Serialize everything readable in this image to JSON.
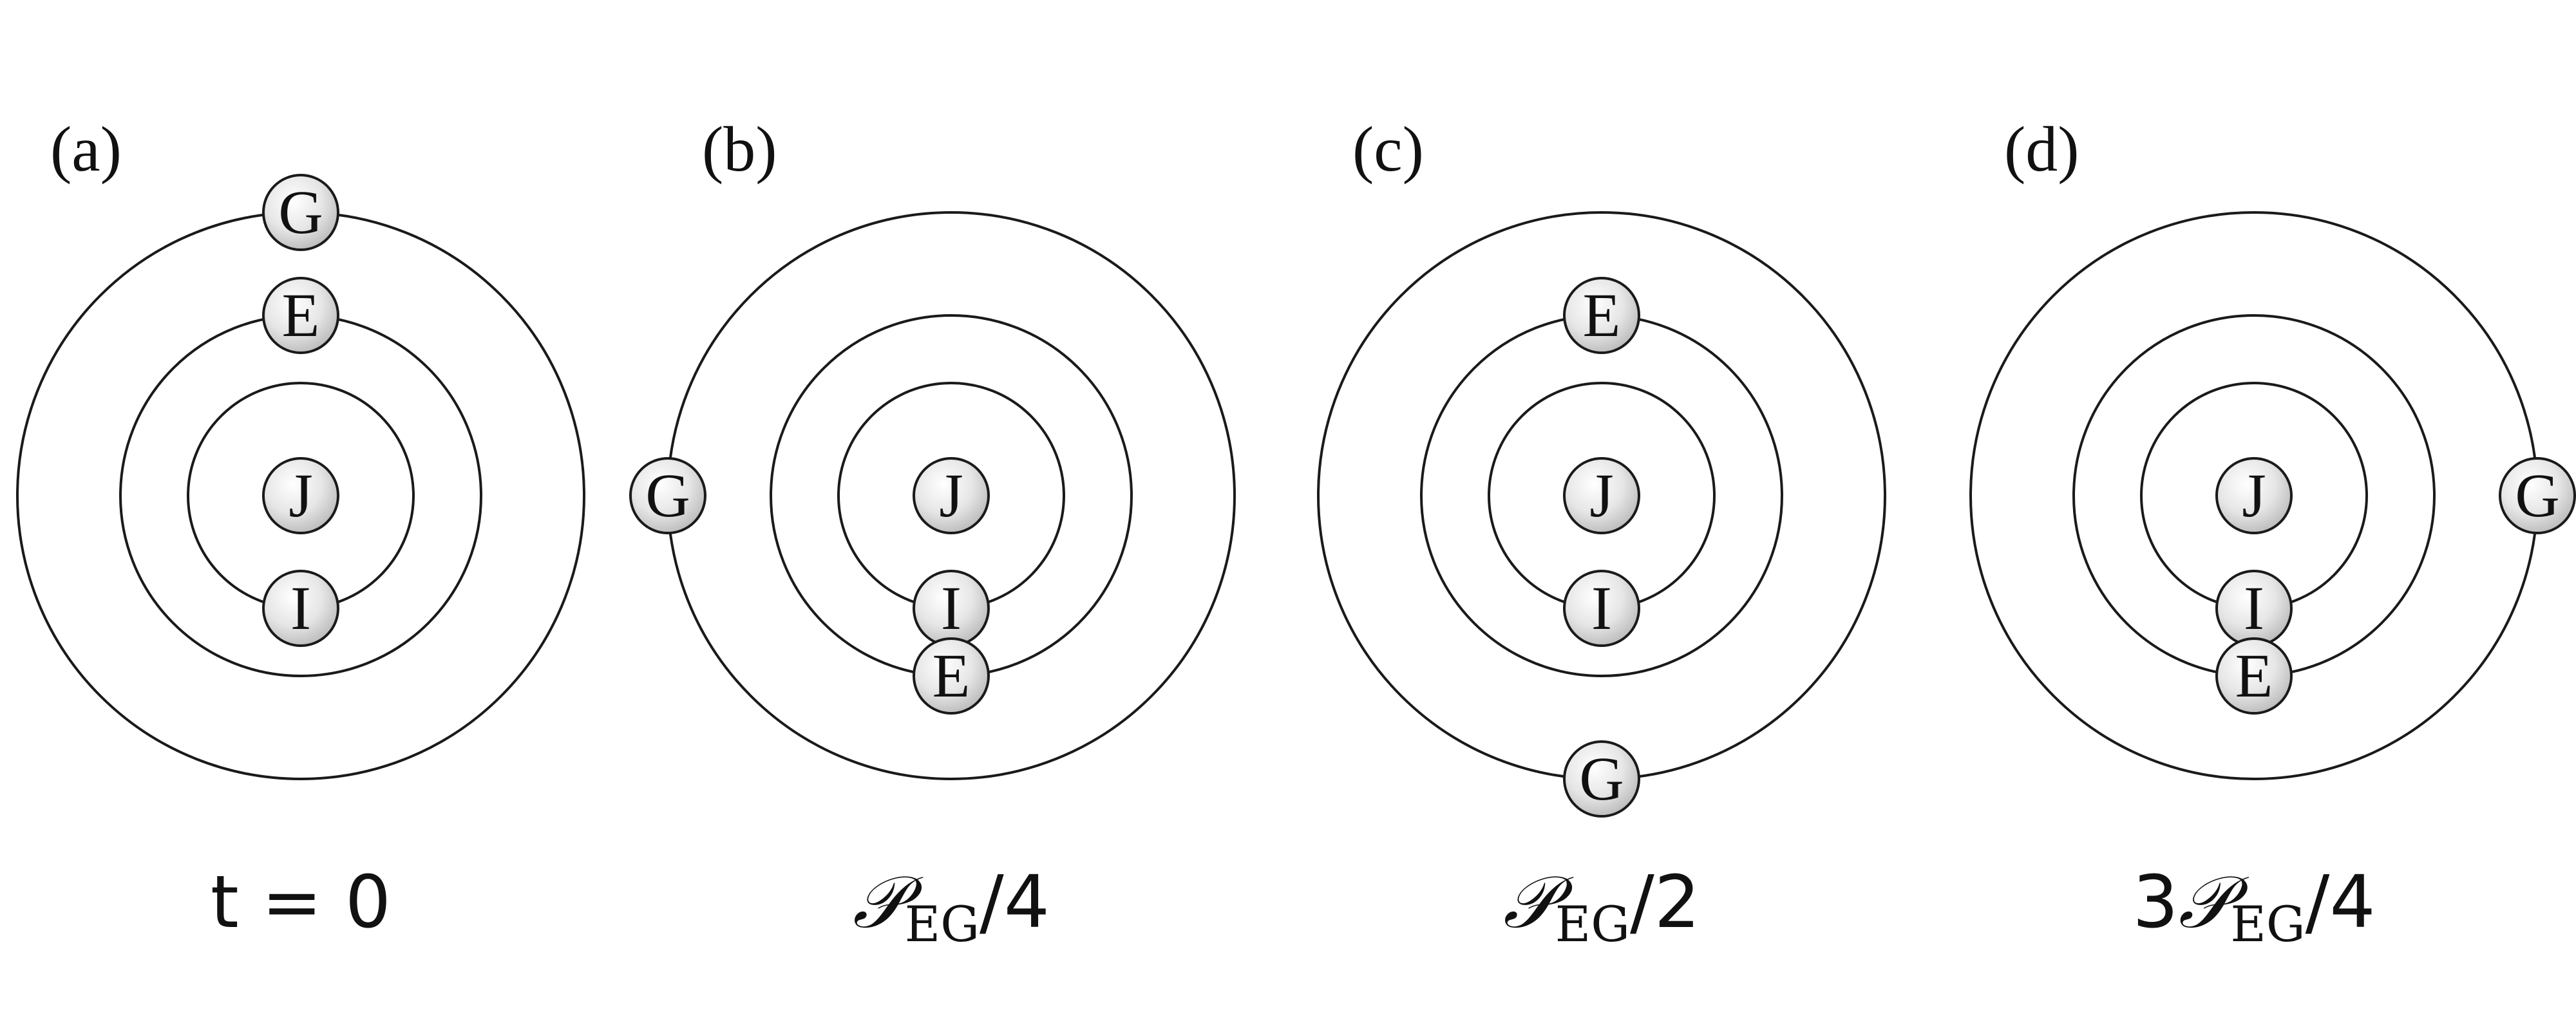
{
  "figure": {
    "panels": [
      {
        "label": "(a)",
        "time": {
          "prefix": "",
          "script": "t = 0",
          "sub": "",
          "suffix": ""
        },
        "central": "J",
        "orbits": [
          {
            "body": "I",
            "angle_deg": 90
          },
          {
            "body": "E",
            "angle_deg": -90
          },
          {
            "body": "G",
            "angle_deg": -90
          }
        ]
      },
      {
        "label": "(b)",
        "time": {
          "prefix": "",
          "script": "𝒫",
          "sub": "EG",
          "suffix": "/4"
        },
        "central": "J",
        "orbits": [
          {
            "body": "I",
            "angle_deg": 90
          },
          {
            "body": "E",
            "angle_deg": 90
          },
          {
            "body": "G",
            "angle_deg": 180
          }
        ]
      },
      {
        "label": "(c)",
        "time": {
          "prefix": "",
          "script": "𝒫",
          "sub": "EG",
          "suffix": "/2"
        },
        "central": "J",
        "orbits": [
          {
            "body": "I",
            "angle_deg": 90
          },
          {
            "body": "E",
            "angle_deg": -90
          },
          {
            "body": "G",
            "angle_deg": 90
          }
        ]
      },
      {
        "label": "(d)",
        "time": {
          "prefix": "3",
          "script": "𝒫",
          "sub": "EG",
          "suffix": "/4"
        },
        "central": "J",
        "orbits": [
          {
            "body": "I",
            "angle_deg": 90
          },
          {
            "body": "E",
            "angle_deg": 90
          },
          {
            "body": "G",
            "angle_deg": 0
          }
        ]
      }
    ]
  }
}
